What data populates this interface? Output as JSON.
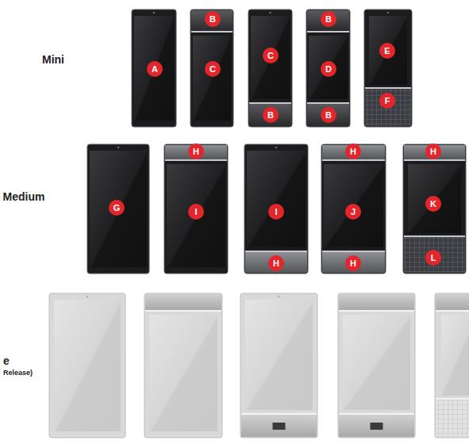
{
  "diagram": {
    "labels": [
      "Mini",
      "A",
      "B",
      "C",
      "C",
      "B",
      "B",
      "D",
      "B",
      "E",
      "F",
      "Medium",
      "G",
      "H",
      "I",
      "I",
      "H",
      "H",
      "J",
      "H",
      "H",
      "K",
      "L",
      "e",
      "Release)"
    ]
  }
}
